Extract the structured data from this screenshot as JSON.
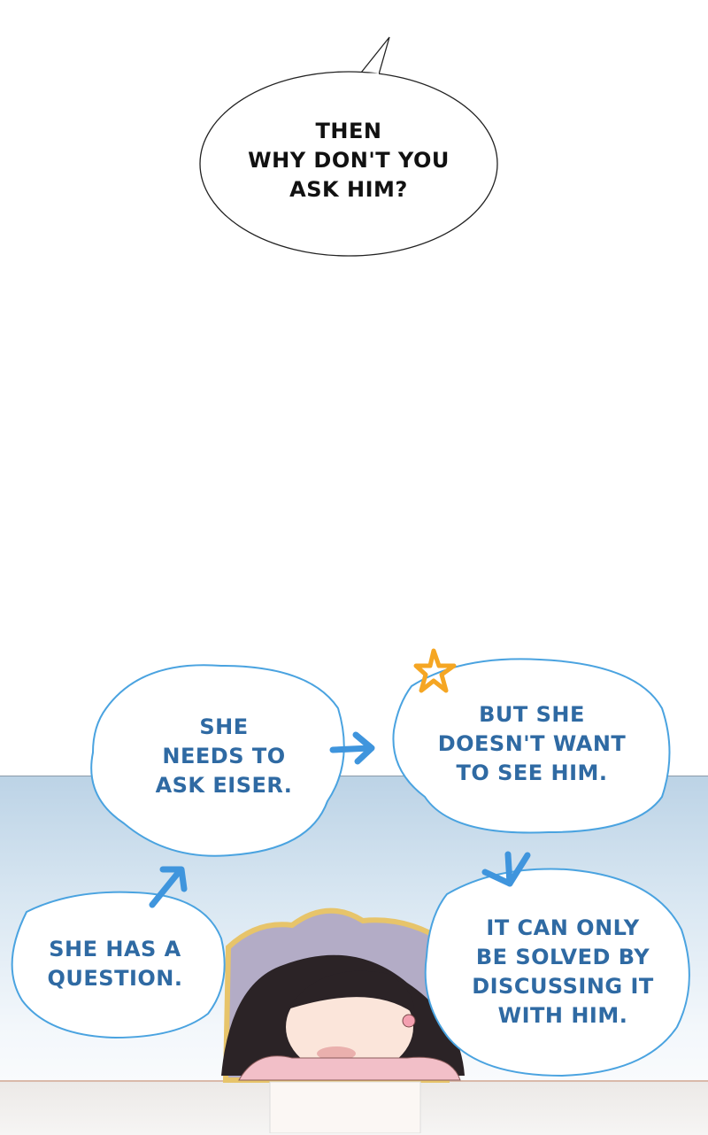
{
  "speech_bubble": {
    "lines": [
      "THEN",
      "WHY DON'T YOU",
      "ASK HIM?"
    ]
  },
  "thought_bubbles": [
    {
      "lines": [
        "SHE",
        "NEEDS TO",
        "ASK EISER."
      ]
    },
    {
      "lines": [
        "BUT SHE",
        "DOESN'T WANT",
        "TO SEE HIM."
      ]
    },
    {
      "lines": [
        "SHE HAS A",
        "QUESTION."
      ]
    },
    {
      "lines": [
        "IT CAN ONLY",
        "BE SOLVED BY",
        "DISCUSSING IT",
        "WITH HIM."
      ]
    }
  ],
  "colors": {
    "bubble_outline": "#4aa3e0",
    "bubble_text": "#2f6aa3",
    "arrow": "#3f95dd",
    "star": "#f5a623"
  }
}
